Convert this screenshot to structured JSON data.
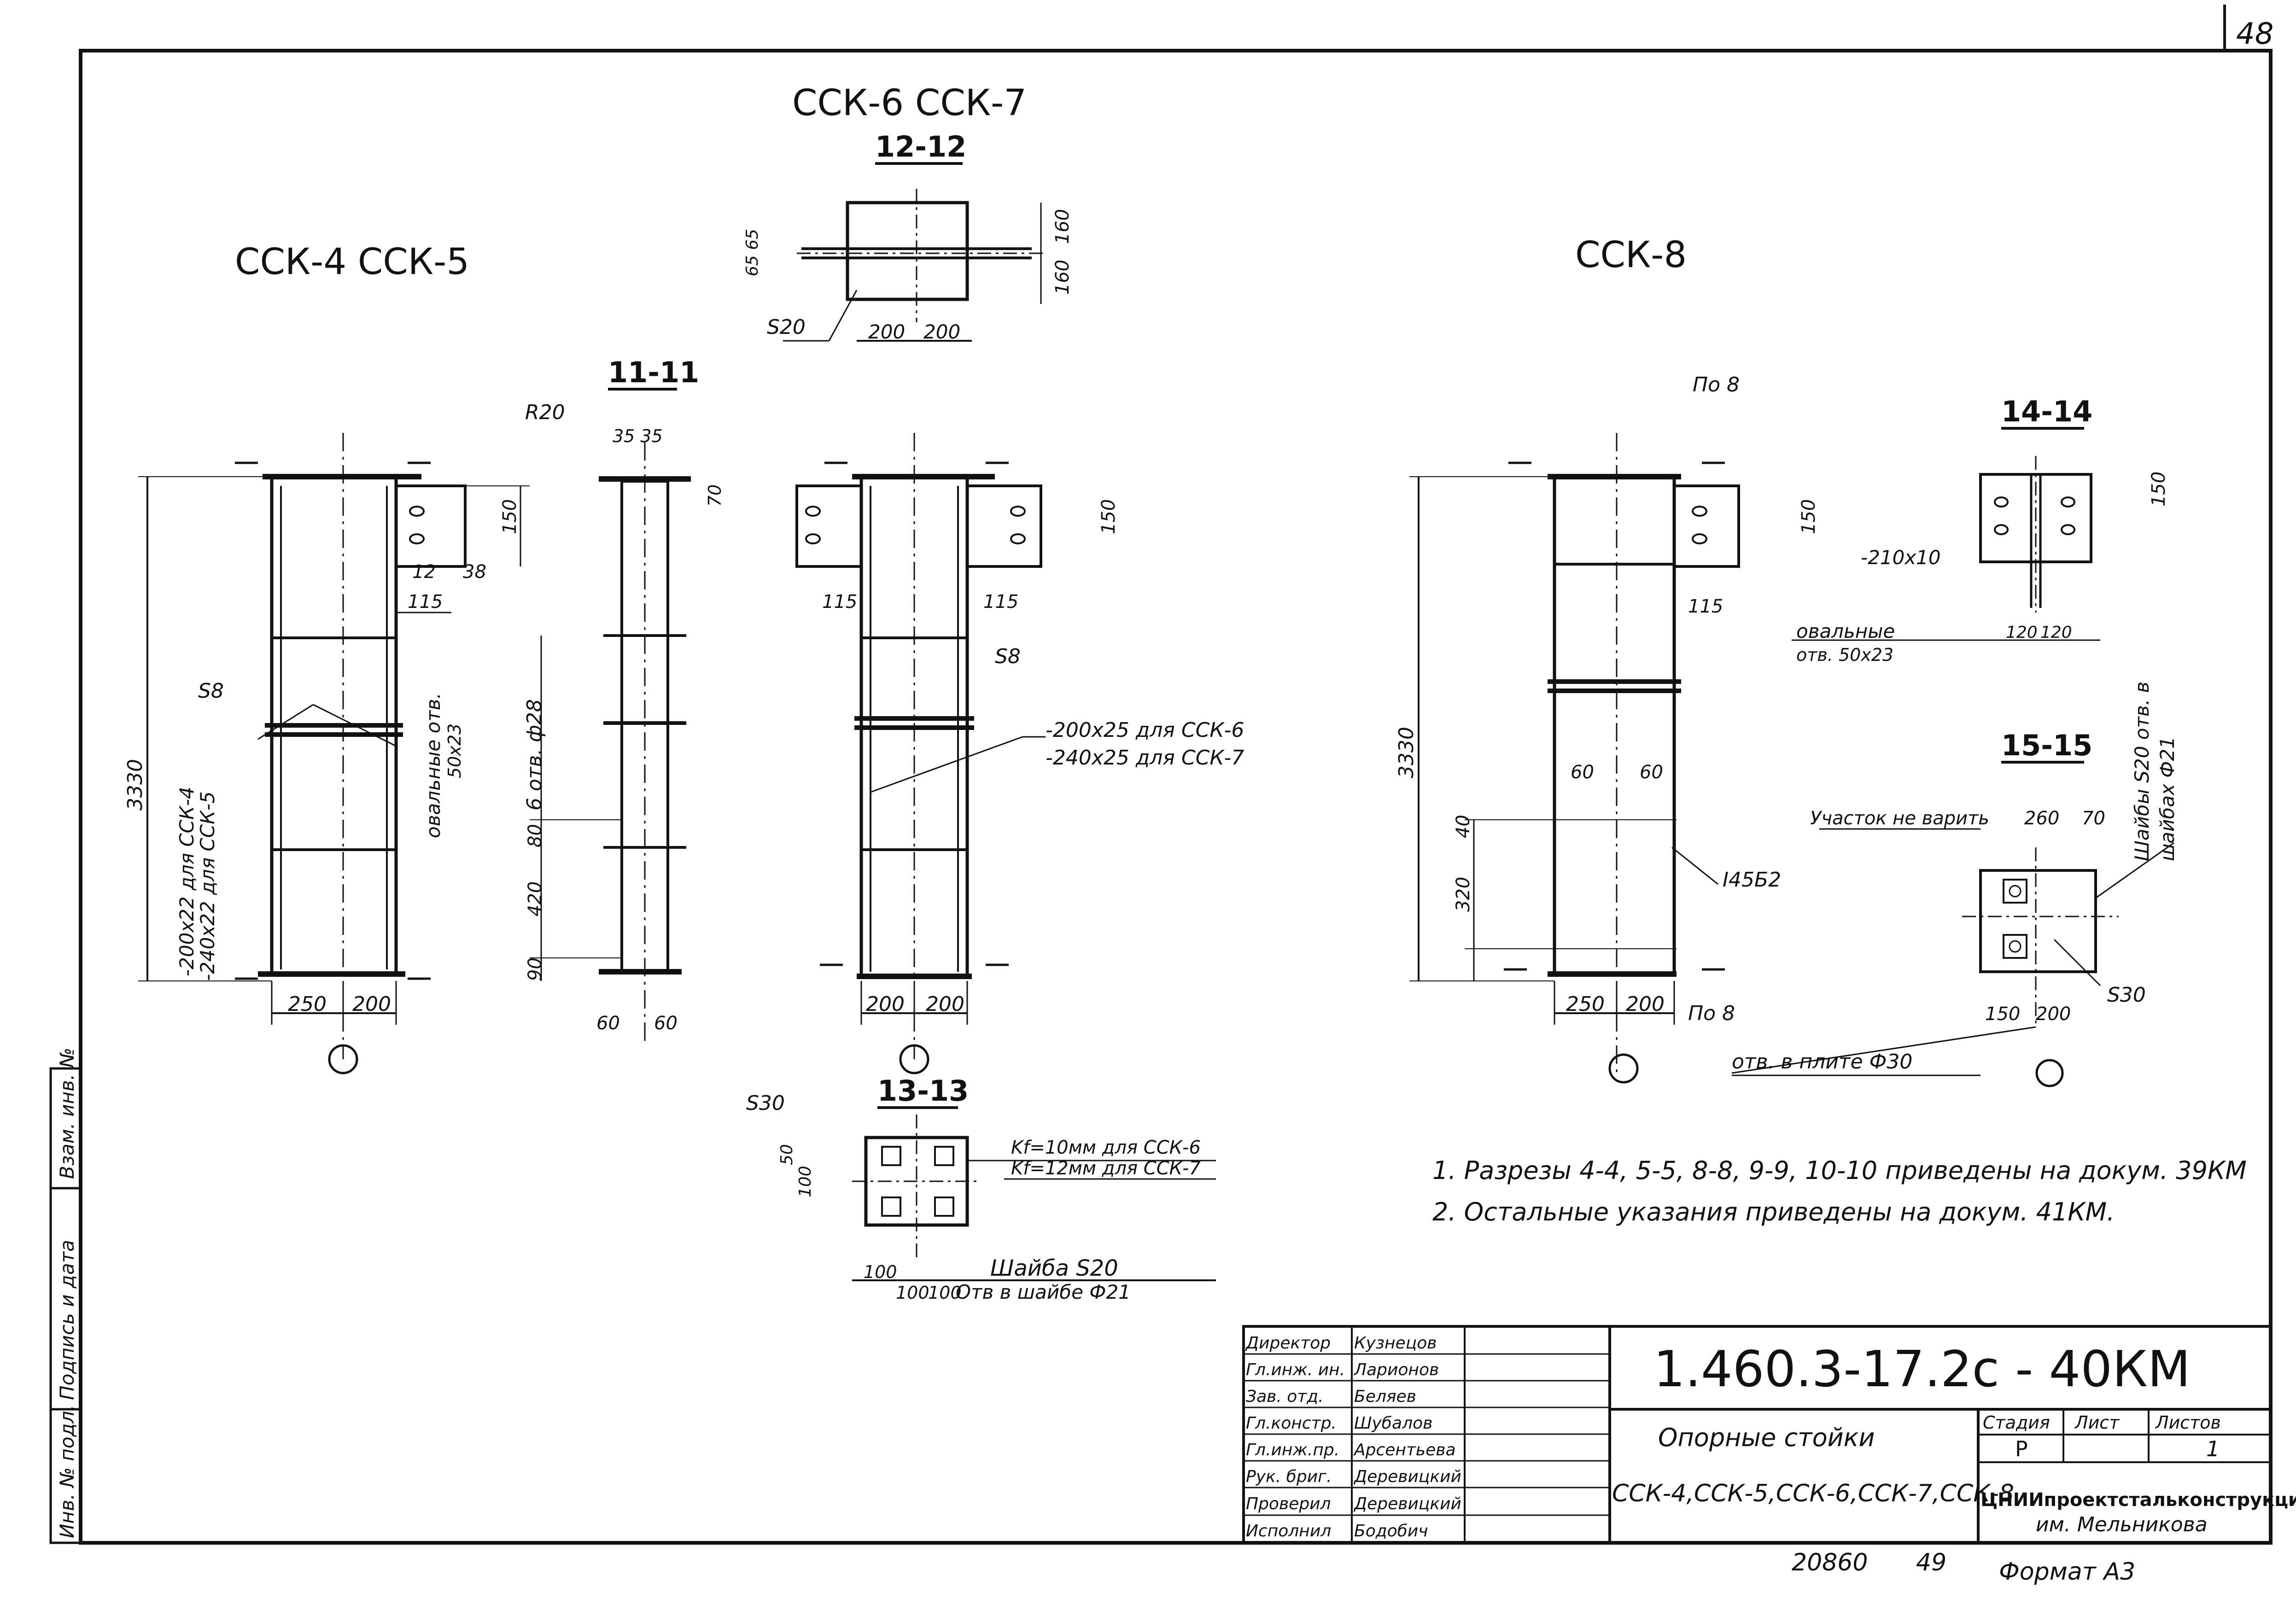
{
  "sheet_number": "48",
  "views": {
    "title_ssk45": "ССК-4 ССК-5",
    "title_ssk67": "ССК-6 ССК-7",
    "section_12": "12-12",
    "title_ssk8": "ССК-8",
    "section_11": "11-11",
    "section_13": "13-13",
    "section_14": "14-14",
    "section_15": "15-15"
  },
  "dims": {
    "h3330": "3330",
    "d250": "250",
    "d200": "200",
    "d115": "115",
    "d150": "150",
    "d35": "35",
    "d12": "12",
    "d38": "38",
    "d70": "70",
    "d60": "60",
    "d80": "80",
    "d420": "420",
    "d90": "90",
    "d160": "160",
    "d100": "100",
    "d50": "50",
    "d320": "320",
    "d40": "40",
    "d120": "120",
    "d260": "260",
    "d655": "65 65",
    "d3535": "35 35",
    "d8": "8"
  },
  "labels": {
    "r20": "R20",
    "s8": "S8",
    "s20": "S20",
    "s30": "S30",
    "oval_holes": "овальные отв.",
    "oval_size": "50x23",
    "plate_ssk4": "-200x22 для ССК-4",
    "plate_ssk5": "-240x22 для ССК-5",
    "holes_28": "6 отв. ф28",
    "plate_ssk6": "-200x25 для ССК-6",
    "plate_ssk7": "-240x25 для ССК-7",
    "kf10": "Kf=10мм для ССК-6",
    "kf12": "Kf=12мм для ССК-7",
    "washer_s20": "Шайба S20",
    "washer_hole": "Отв в шайбе Ф21",
    "po8": "По 8",
    "i45b2": "I45Б2",
    "plate_210": "-210x10",
    "oval_ru": "овальные",
    "oval_holes2": "отв. 50x23",
    "no_weld": "Участок не варить",
    "washers_s20": "Шайбы S20 отв. в",
    "washers_hole": "шайбах Ф21",
    "plate_hole": "отв. в плите Ф30"
  },
  "notes": [
    "1. Разрезы 4-4, 5-5, 8-8, 9-9, 10-10 приведены на докум. 39КМ",
    "2. Остальные указания приведены на докум. 41КМ."
  ],
  "side_stamp": {
    "inv_orig": "Инв. № подл.",
    "sign_date": "Подпись и дата",
    "inv_repl": "Взам. инв. №"
  },
  "title_block": {
    "doc_code": "1.460.3-17.2с - 40КМ",
    "name_line1": "Опорные стойки",
    "name_line2": "ССК-4,ССК-5,ССК-6,ССК-7,ССК-8",
    "stage_hdr": "Стадия",
    "sheet_hdr": "Лист",
    "sheets_hdr": "Листов",
    "stage": "Р",
    "sheet": "",
    "sheets": "1",
    "org_line1": "ЦНИИпроектстальконструкция",
    "org_line2": "им. Мельникова",
    "signers": [
      {
        "role": "Директор",
        "name": "Кузнецов"
      },
      {
        "role": "Гл.инж. ин.",
        "name": "Ларионов"
      },
      {
        "role": "Зав. отд.",
        "name": "Беляев"
      },
      {
        "role": "Гл.констр.",
        "name": "Шубалов"
      },
      {
        "role": "Гл.инж.пр.",
        "name": "Арсентьева"
      },
      {
        "role": "Рук. бриг.",
        "name": "Деревицкий"
      },
      {
        "role": "Проверил",
        "name": "Деревицкий"
      },
      {
        "role": "Исполнил",
        "name": "Бодобич"
      }
    ]
  },
  "footer": {
    "archive": "20860",
    "sheet": "49",
    "format": "Формат А3"
  }
}
